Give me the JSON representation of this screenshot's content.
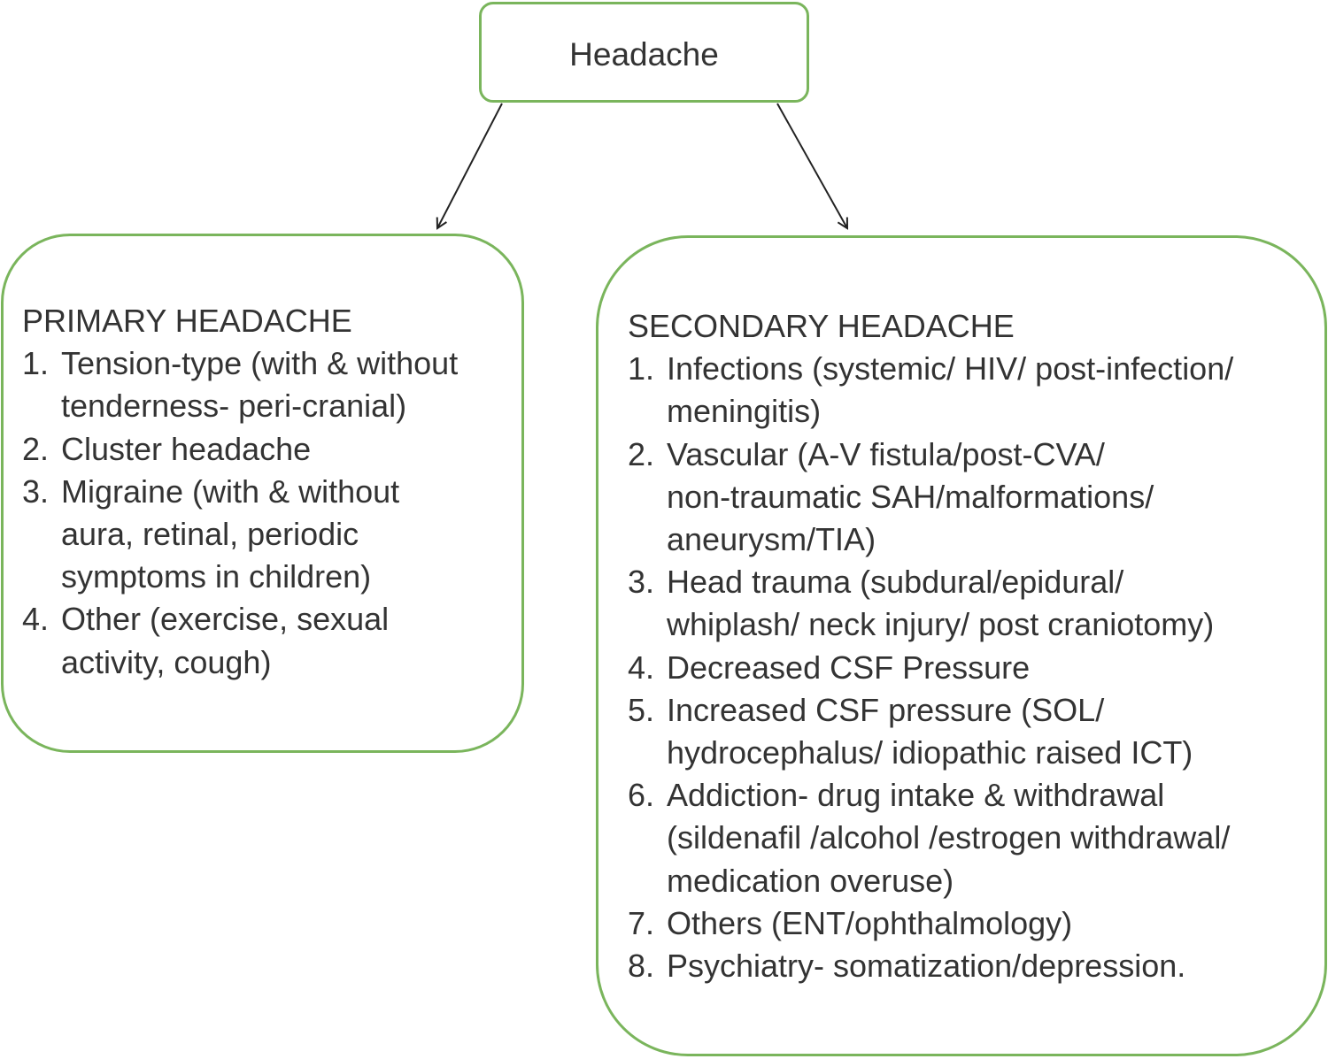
{
  "root": {
    "label": "Headache"
  },
  "primary": {
    "title": "PRIMARY HEADACHE",
    "items": [
      {
        "num": "1.",
        "lines": [
          "Tension-type (with & without",
          "tenderness- peri-cranial)"
        ]
      },
      {
        "num": "2.",
        "lines": [
          "Cluster headache"
        ]
      },
      {
        "num": "3.",
        "lines": [
          "Migraine (with & without",
          "aura, retinal, periodic",
          "symptoms in children)"
        ]
      },
      {
        "num": "4.",
        "lines": [
          "Other (exercise, sexual",
          "activity, cough)"
        ]
      }
    ]
  },
  "secondary": {
    "title": "SECONDARY HEADACHE",
    "items": [
      {
        "num": "1.",
        "lines": [
          "Infections (systemic/ HIV/ post-infection/",
          "meningitis)"
        ]
      },
      {
        "num": "2.",
        "lines": [
          "Vascular (A-V fistula/post-CVA/",
          "non-traumatic SAH/malformations/",
          "aneurysm/TIA)"
        ]
      },
      {
        "num": "3.",
        "lines": [
          "Head trauma (subdural/epidural/",
          "whiplash/ neck injury/ post craniotomy)"
        ]
      },
      {
        "num": "4.",
        "lines": [
          "Decreased CSF Pressure"
        ]
      },
      {
        "num": "5.",
        "lines": [
          "Increased CSF pressure (SOL/",
          "hydrocephalus/ idiopathic raised ICT)"
        ]
      },
      {
        "num": "6.",
        "lines": [
          "Addiction- drug intake & withdrawal",
          "(sildenafil /alcohol /estrogen withdrawal/",
          "medication overuse)"
        ]
      },
      {
        "num": "7.",
        "lines": [
          "Others (ENT/ophthalmology)"
        ]
      },
      {
        "num": "8.",
        "lines": [
          "Psychiatry- somatization/depression."
        ]
      }
    ]
  },
  "colors": {
    "box_border": "#7ab55c",
    "arrow": "#222222",
    "text": "#333333"
  }
}
